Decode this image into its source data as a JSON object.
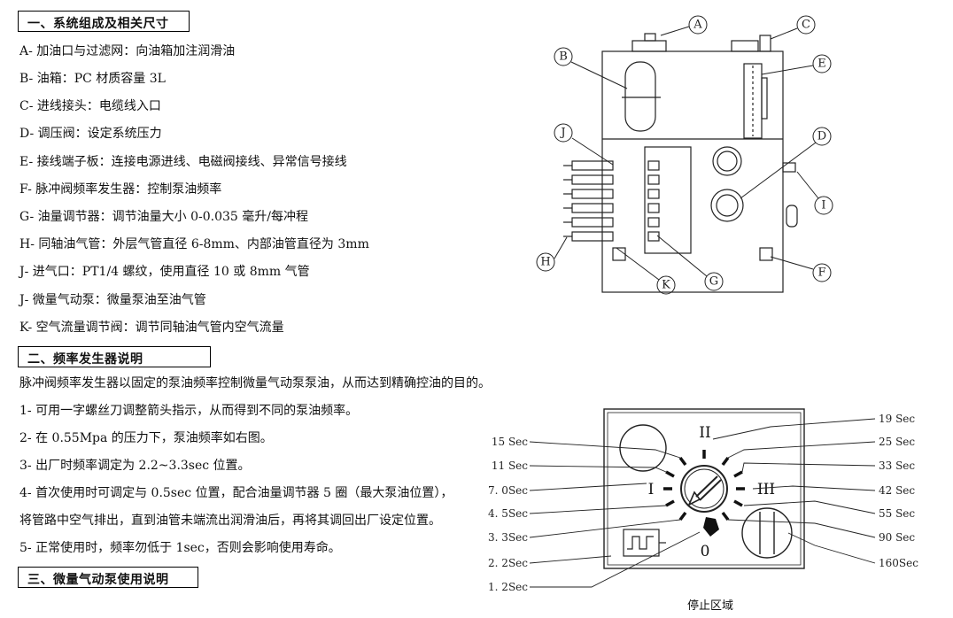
{
  "section1": {
    "heading": "一、系统组成及相关尺寸",
    "items": [
      "A- 加油口与过滤网：向油箱加注润滑油",
      "B- 油箱：PC 材质容量 3L",
      "C- 进线接头：电缆线入口",
      "D- 调压阀：设定系统压力",
      "E- 接线端子板：连接电源进线、电磁阀接线、异常信号接线",
      "F- 脉冲阀频率发生器：控制泵油频率",
      "G- 油量调节器：调节油量大小 0-0.035 毫升/每冲程",
      "H- 同轴油气管：外层气管直径 6-8mm、内部油管直径为 3mm",
      "J- 进气口：PT1/4 螺纹，使用直径 10 或 8mm 气管",
      "J- 微量气动泵：微量泵油至油气管",
      "K- 空气流量调节阀：调节同轴油气管内空气流量"
    ]
  },
  "section2": {
    "heading": "二、频率发生器说明",
    "intro": "脉冲阀频率发生器以固定的泵油频率控制微量气动泵泵油，从而达到精确控油的目的。",
    "items": [
      "1- 可用一字螺丝刀调整箭头指示，从而得到不同的泵油频率。",
      "2- 在 0.55Mpa 的压力下，泵油频率如右图。",
      "3- 出厂时频率调定为 2.2~3.3sec 位置。",
      "4- 首次使用时可调定与 0.5sec 位置，配合油量调节器 5 圈（最大泵油位置），",
      "将管路中空气排出，直到油管未端流出润滑油后，再将其调回出厂设定位置。",
      "5- 正常使用时，频率勿低于 1sec，否则会影响使用寿命。"
    ]
  },
  "section3": {
    "heading": "三、微量气动泵使用说明"
  },
  "diagram_top": {
    "callouts": [
      "A",
      "B",
      "C",
      "E",
      "J",
      "D",
      "I",
      "H",
      "K",
      "G",
      "F"
    ]
  },
  "diagram_dial": {
    "left_labels": [
      "15 Sec",
      "11 Sec",
      "7. 0Sec",
      "4. 5Sec",
      "3. 3Sec",
      "2. 2Sec",
      "1. 2Sec"
    ],
    "right_labels": [
      "19 Sec",
      "25 Sec",
      "33 Sec",
      "42 Sec",
      "55 Sec",
      "90 Sec",
      "160Sec"
    ],
    "roman_I": "I",
    "roman_II": "II",
    "roman_III": "III",
    "zero": "0",
    "stop_zone": "停止区域"
  }
}
